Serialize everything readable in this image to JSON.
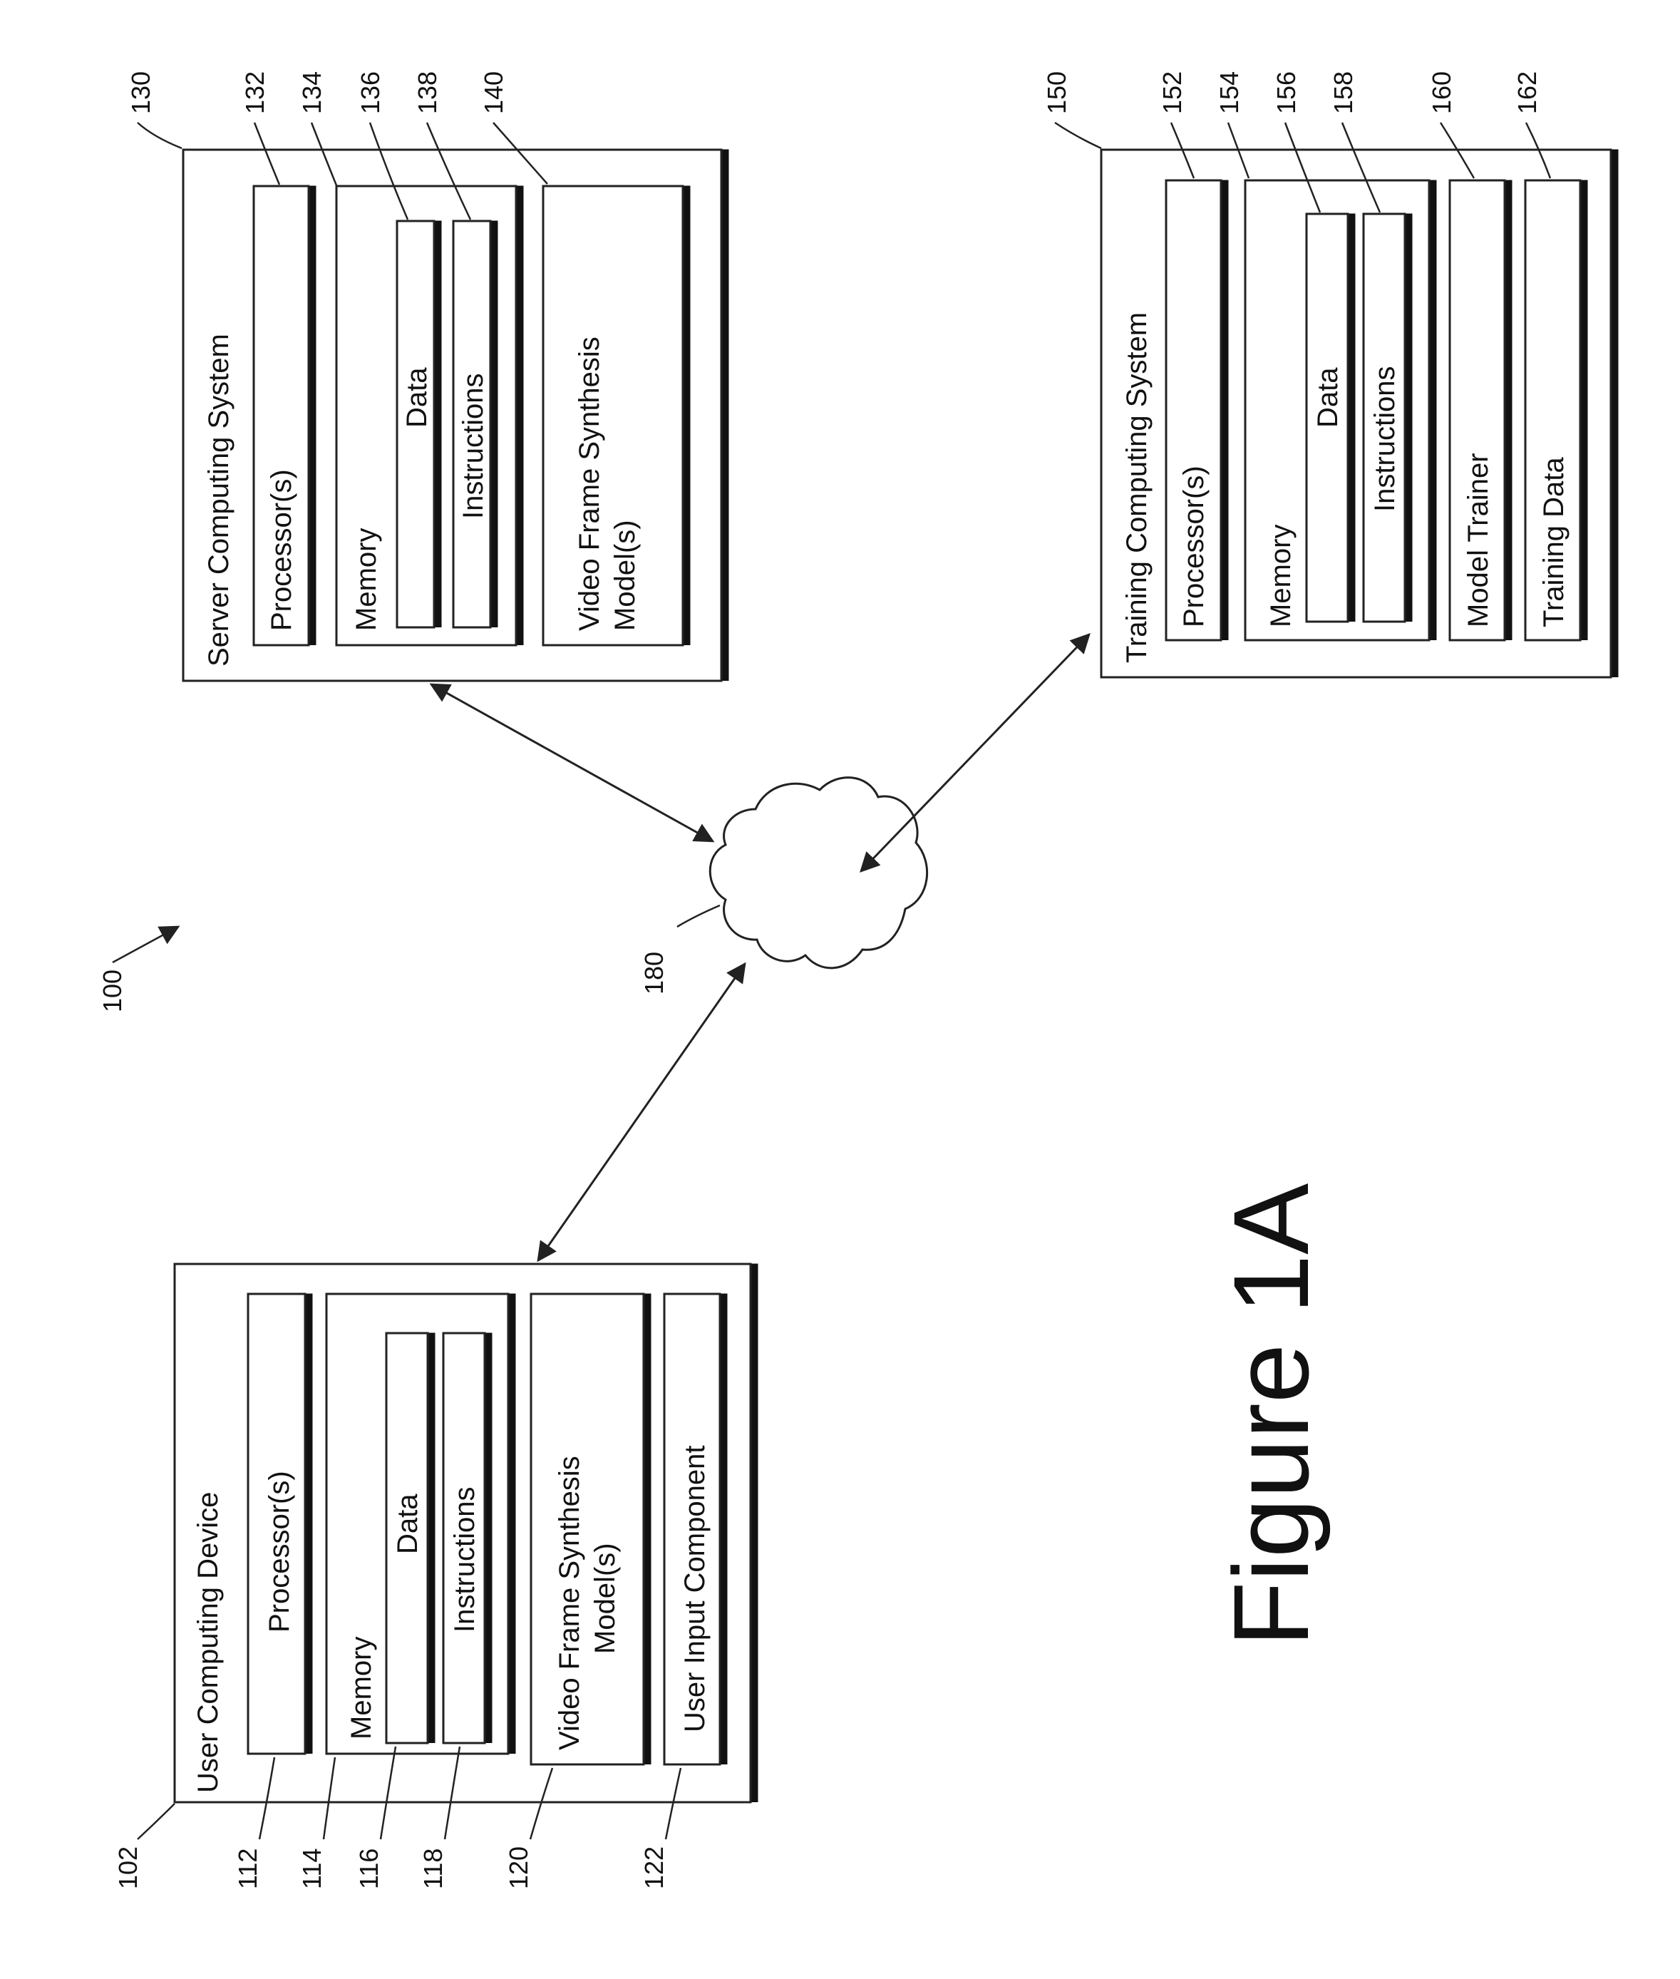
{
  "figure_label": "Figure 1A",
  "system_ref": "100",
  "network_ref": "180",
  "user_device": {
    "ref": "102",
    "title": "User Computing Device",
    "processor": {
      "ref": "112",
      "label": "Processor(s)"
    },
    "memory": {
      "ref": "114",
      "label": "Memory"
    },
    "data": {
      "ref": "116",
      "label": "Data"
    },
    "instructions": {
      "ref": "118",
      "label": "Instructions"
    },
    "models": {
      "ref": "120",
      "line1": "Video Frame Synthesis",
      "line2": "Model(s)"
    },
    "input": {
      "ref": "122",
      "label": "User Input Component"
    }
  },
  "server": {
    "ref": "130",
    "title": "Server Computing System",
    "processor": {
      "ref": "132",
      "label": "Processor(s)"
    },
    "memory": {
      "ref": "134",
      "label": "Memory"
    },
    "data": {
      "ref": "136",
      "label": "Data"
    },
    "instructions": {
      "ref": "138",
      "label": "Instructions"
    },
    "models": {
      "ref": "140",
      "line1": "Video Frame Synthesis",
      "line2": "Model(s)"
    }
  },
  "training": {
    "ref": "150",
    "title": "Training Computing System",
    "processor": {
      "ref": "152",
      "label": "Processor(s)"
    },
    "memory": {
      "ref": "154",
      "label": "Memory"
    },
    "data": {
      "ref": "156",
      "label": "Data"
    },
    "instructions": {
      "ref": "158",
      "label": "Instructions"
    },
    "trainer": {
      "ref": "160",
      "label": "Model Trainer"
    },
    "training_data": {
      "ref": "162",
      "label": "Training Data"
    }
  }
}
